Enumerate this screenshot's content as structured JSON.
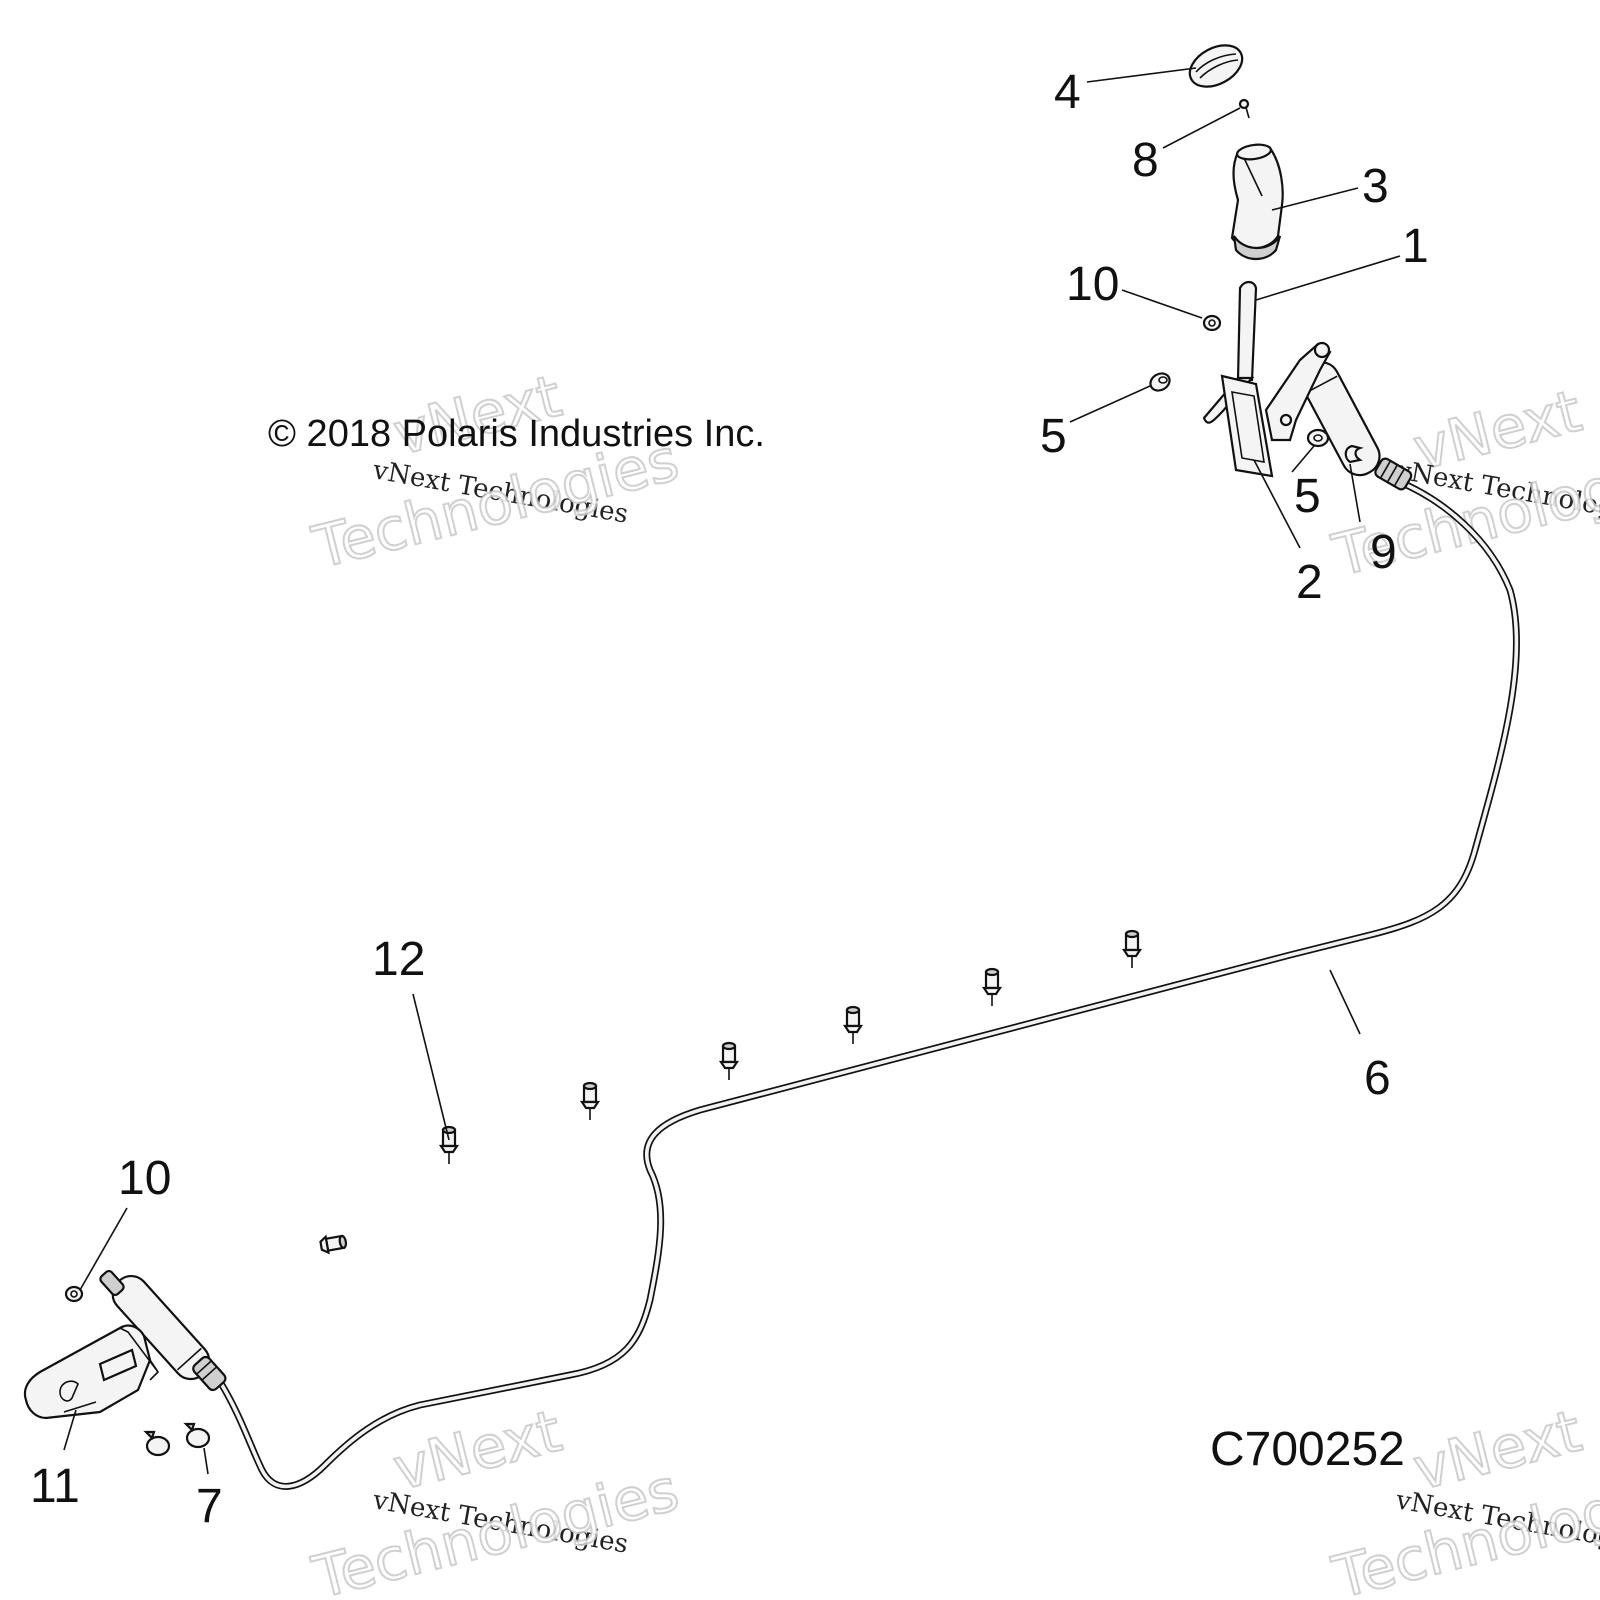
{
  "copyright": "© 2018 Polaris Industries Inc.",
  "diagram_code": "C700252",
  "watermark": {
    "line1": "vNext",
    "line2": "vNext Technologies",
    "line3": "Technologies"
  },
  "callouts": {
    "c1": "1",
    "c2": "2",
    "c3": "3",
    "c4": "4",
    "c5a": "5",
    "c5b": "5",
    "c6": "6",
    "c7": "7",
    "c8": "8",
    "c9": "9",
    "c10a": "10",
    "c10b": "10",
    "c11": "11",
    "c12": "12"
  }
}
